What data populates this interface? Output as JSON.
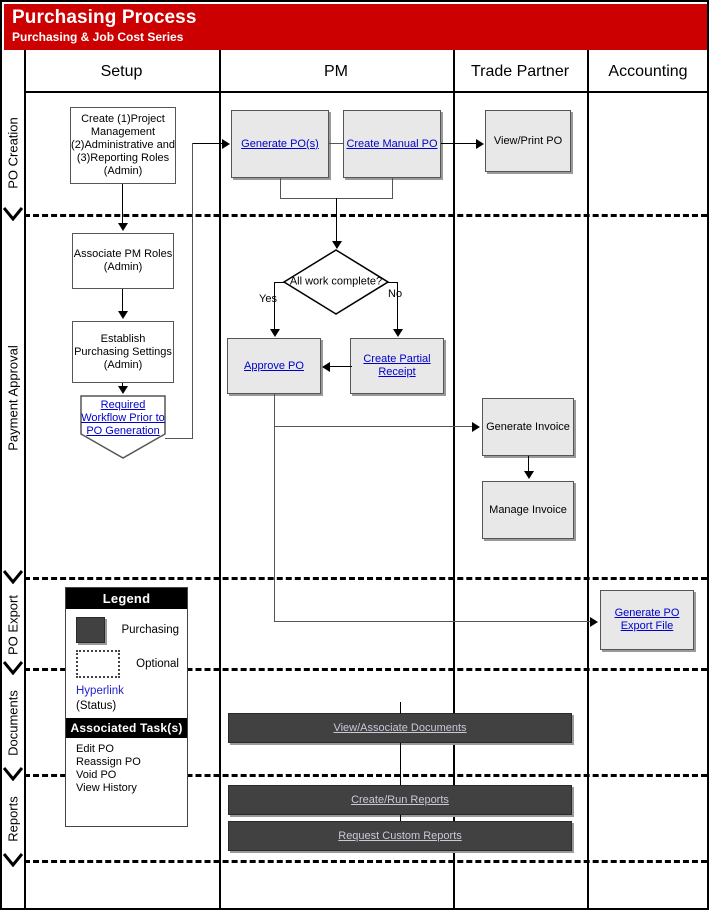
{
  "header": {
    "title": "Purchasing Process",
    "subtitle": "Purchasing & Job Cost Series",
    "bg_color": "#cc0000"
  },
  "columns": [
    {
      "label": "Setup"
    },
    {
      "label": "PM"
    },
    {
      "label": "Trade Partner"
    },
    {
      "label": "Accounting"
    }
  ],
  "lanes": [
    {
      "label": "PO Creation"
    },
    {
      "label": "Payment Approval"
    },
    {
      "label": "PO Export"
    },
    {
      "label": "Documents"
    },
    {
      "label": "Reports"
    }
  ],
  "nodes": {
    "create_roles": "Create (1)Project Management (2)Administrative and (3)Reporting Roles (Admin)",
    "generate_pos": "Generate PO(s)",
    "create_manual_po": "Create Manual PO",
    "view_print_po": "View/Print PO",
    "associate_pm_roles": "Associate PM Roles (Admin)",
    "establish_settings": "Establish Purchasing Settings (Admin)",
    "required_workflow": "Required Workflow Prior to PO Generation",
    "decision": "All work complete?",
    "approve_po": "Approve PO",
    "create_partial_receipt": "Create Partial Receipt",
    "generate_invoice": "Generate Invoice",
    "manage_invoice": "Manage Invoice",
    "generate_po_export_file": "Generate PO Export File",
    "view_associate_documents": "View/Associate Documents",
    "create_run_reports": "Create/Run Reports",
    "request_custom_reports": "Request Custom Reports"
  },
  "edge_labels": {
    "yes": "Yes",
    "no": "No"
  },
  "legend": {
    "title": "Legend",
    "purchasing": "Purchasing",
    "optional": "Optional",
    "hyperlink": "Hyperlink",
    "status": "(Status)",
    "tasks_title": "Associated Task(s)",
    "tasks": [
      "Edit PO",
      "Reassign PO",
      "Void PO",
      "View History"
    ],
    "purchasing_color": "#414141",
    "hyperlink_color": "#2222cc"
  }
}
